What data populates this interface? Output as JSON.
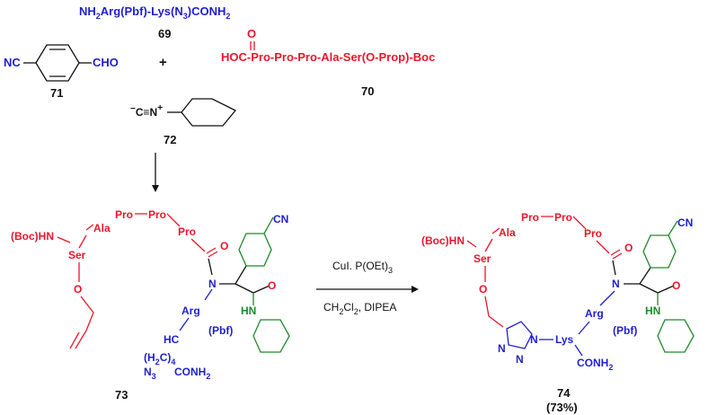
{
  "reactants": {
    "r69": {
      "formula_main": "NH",
      "formula_sub2": "2",
      "formula_rest": "Arg(Pbf)-Lys(N",
      "formula_sub3": "3",
      "formula_end": ")CONH",
      "formula_sub2b": "2",
      "label": "69"
    },
    "r71": {
      "nc": "NC",
      "cho": "CHO",
      "label": "71"
    },
    "plus": "+",
    "r70": {
      "o": "O",
      "chain": "HOC-Pro-Pro-Pro-Ala-Ser(O-Prop)-Boc",
      "label": "70"
    },
    "r72": {
      "minus": "−",
      "c": "C",
      "triple": "≡",
      "n": "N",
      "plus": "+",
      "label": "72"
    }
  },
  "intermediate": {
    "label": "73",
    "boc": "(Boc)HN",
    "ala": "Ala",
    "ser": "Ser",
    "pro1": "Pro",
    "pro2": "Pro",
    "pro3": "Pro",
    "o_ser": "O",
    "o_carbonyl": "O",
    "n_amide": "N",
    "arg": "Arg",
    "pbf": "(Pbf)",
    "hc": "HC",
    "h2c": "(H",
    "h2c_sub": "2",
    "h2c_rest": "C)",
    "h2c_sub4": "4",
    "n3": "N",
    "n3_sub": "3",
    "conh2": "CONH",
    "conh2_sub": "2",
    "cn": "CN",
    "o_amide": "O",
    "hn": "HN"
  },
  "conditions": {
    "line1_a": "CuI. P(OEt)",
    "line1_sub": "3",
    "line2_a": "CH",
    "line2_sub1": "2",
    "line2_b": "Cl",
    "line2_sub2": "2",
    "line2_c": ", DIPEA"
  },
  "product": {
    "label": "74",
    "yield": "(73%)",
    "boc": "(Boc)HN",
    "ala": "Ala",
    "ser": "Ser",
    "pro1": "Pro",
    "pro2": "Pro",
    "pro3": "Pro",
    "o_ser": "O",
    "o_carbonyl": "O",
    "n_amide": "N",
    "arg": "Arg",
    "pbf": "(Pbf)",
    "lys": "Lys",
    "n_tri1": "N",
    "n_tri2": "N",
    "n_tri3": "N",
    "conh2": "CONH",
    "conh2_sub": "2",
    "cn": "CN",
    "o_amide": "O",
    "hn": "HN"
  }
}
